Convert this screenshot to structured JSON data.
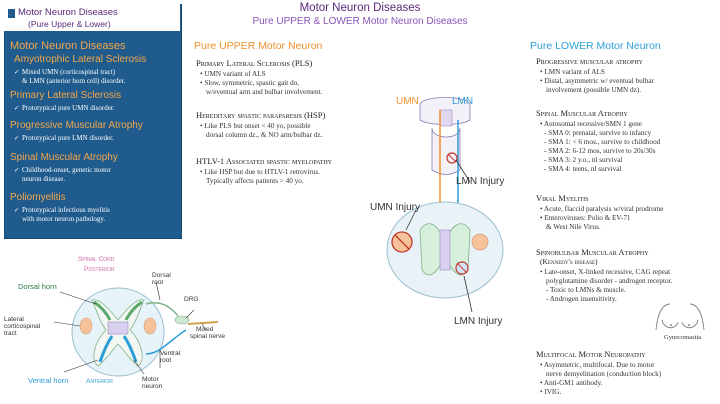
{
  "header": {
    "title": "Motor Neuron Diseases",
    "subtitle": "Pure UPPER & LOWER Motor Neuron Diseases"
  },
  "summary": {
    "title": "Motor Neuron Diseases",
    "title_sub": "(Pure Upper & Lower)",
    "heading": "Motor Neuron Diseases",
    "items": [
      {
        "name": "Amyotrophic Lateral Sclerosis",
        "b1": "Mixed UMN (corticospinal tract)",
        "b2": "& LMN (anterior horn cell) disorder."
      },
      {
        "name": "Primary Lateral Sclerosis",
        "b1": "Prototypical pure UMN disorder.",
        "b2": ""
      },
      {
        "name": "Progressive Muscular Atrophy",
        "b1": "Prototypical pure LMN disorder.",
        "b2": ""
      },
      {
        "name": "Spinal Muscular Atrophy",
        "b1": "Childhood-onset, genetic motor",
        "b2": "neuron disease."
      },
      {
        "name": "Poliomyelitis",
        "b1": "Prototypical infectious myelitis",
        "b2": "with motor neuron pathology."
      }
    ]
  },
  "upper": {
    "heading": "Pure UPPER Motor Neuron",
    "topics": [
      {
        "title": "Primary Lateral Sclerosis (PLS)",
        "bullets": [
          "UMN variant of ALS",
          "Slow, symmetric, spastic gait do,",
          "w/eventual arm and bulbar involvement."
        ]
      },
      {
        "title": "Hereditary spastic paraparesis (HSP)",
        "bullets": [
          "Like PLS but onset < 40 yo, possible",
          "dorsal column dz., & NO arm/bulbar dz."
        ]
      },
      {
        "title": "HTLV-1 Associated spastic myelopathy",
        "bullets": [
          "Like HSP but due to HTLV-1 retrovirus.",
          "Typically affects patients > 40 yo."
        ]
      }
    ]
  },
  "lower": {
    "heading": "Pure LOWER Motor Neuron",
    "topics": [
      {
        "title": "Progressive muscular atrophy",
        "bullets": [
          "LMN variant of ALS",
          "Distal, asymmetric w/ eventual bulbar",
          "involvement (possible UMN dz)."
        ]
      },
      {
        "title": "Spinal Muscular Atrophy",
        "bullets": [
          "Autosomal recessive/SMN 1 gene",
          "- SMA 0: prenatal, survive to infancy",
          "- SMA 1: < 6 mos., survive to childhood",
          "- SMA 2: 6-12 mos, survive to 20s/30s",
          "- SMA 3: 2 y.o., nl survival",
          "- SMA 4: teens, nl survival"
        ]
      },
      {
        "title": "Viral Myelitis",
        "bullets": [
          "Acute, flaccid paralysis w/viral prodrome",
          "Enteroviruses: Polio & EV-71",
          "& West Nile Virus."
        ]
      },
      {
        "title": "Spinobulbar Muscular Atrophy",
        "subtitle": "(Kennedy's disease)",
        "bullets": [
          "Late-onset, X-linked recessive, CAG repeat",
          "polyglutamine disorder - androgen receptor.",
          "- Toxic to LMNs & muscle.",
          "- Androgen insensitivity."
        ]
      },
      {
        "title": "Multifocal Motor Neuropathy",
        "bullets": [
          "Asymmetric, multifocal. Due to motor",
          "nerve demyelination (conduction block)",
          "Anti-GM1 antibody.",
          "IVIG."
        ]
      }
    ],
    "gynecomastia": "Gynecomastia"
  },
  "cord_diagram": {
    "title": "Spinal Cord",
    "posterior": "Posterior",
    "anterior": "Anterior",
    "dorsal_horn": "Dorsal horn",
    "lateral_cst_1": "Lateral",
    "lateral_cst_2": "corticospinal",
    "lateral_cst_3": "tract",
    "ventral_horn": "Ventral horn",
    "dorsal_root_1": "Dorsal",
    "dorsal_root_2": "root",
    "drg": "DRG",
    "mixed_1": "Mixed",
    "mixed_2": "spinal nerve",
    "ventral_root_1": "Ventral",
    "ventral_root_2": "root",
    "motor_neuron_1": "Motor",
    "motor_neuron_2": "neuron"
  },
  "injury_diagram": {
    "umn": "UMN",
    "lmn": "LMN",
    "lmn_injury_top": "LMN Injury",
    "umn_injury": "UMN Injury",
    "lmn_injury_bottom": "LMN Injury"
  },
  "colors": {
    "summary_bg": "#1f5b8c",
    "orange": "#f0902b",
    "blue": "#2c9ed8",
    "purple": "#5a2a7a"
  }
}
